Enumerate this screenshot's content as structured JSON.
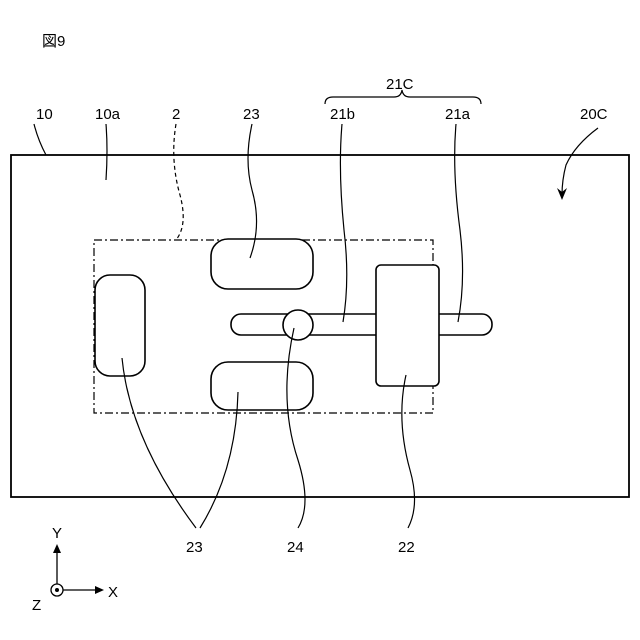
{
  "figure": {
    "title": "図9"
  },
  "labels": {
    "substrate": "10",
    "substrate_surface": "10a",
    "region": "2",
    "group": "21C",
    "arm_b": "21b",
    "arm_a": "21a",
    "assembly": "20C",
    "pad_top": "23",
    "pads_bottom": "23",
    "joint": "24",
    "block": "22"
  },
  "axes": {
    "y": "Y",
    "x": "X",
    "z": "Z"
  }
}
